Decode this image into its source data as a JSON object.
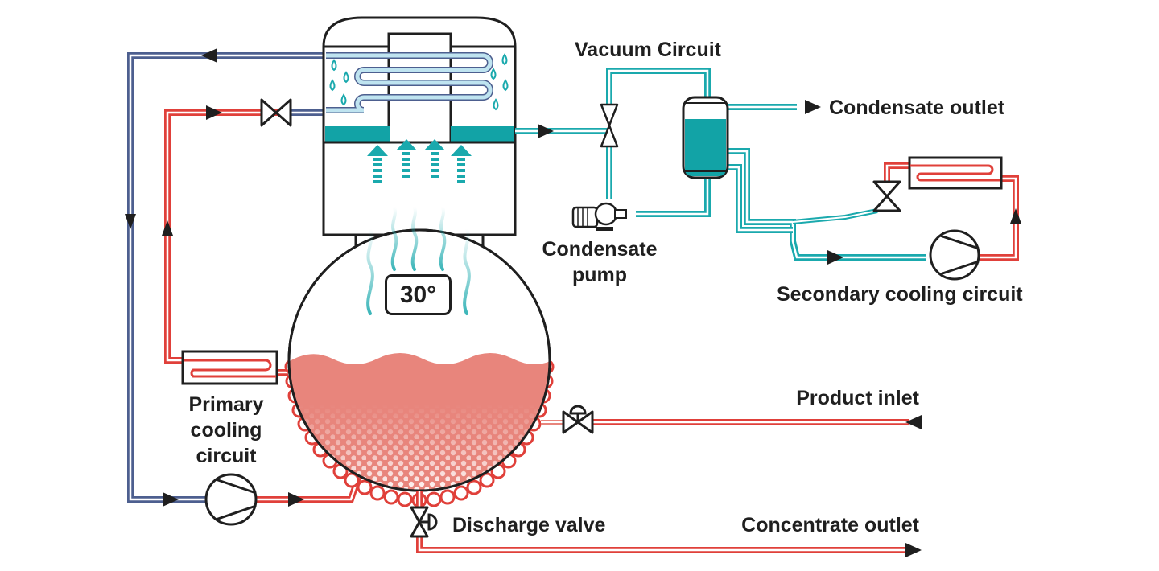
{
  "labels": {
    "vacuum_circuit": "Vacuum Circuit",
    "condensate_outlet": "Condensate outlet",
    "condensate_pump": [
      "Condensate",
      "pump"
    ],
    "secondary_cooling_circuit": "Secondary cooling circuit",
    "primary_cooling_circuit": [
      "Primary",
      "cooling",
      "circuit"
    ],
    "product_inlet": "Product inlet",
    "discharge_valve": "Discharge valve",
    "concentrate_outlet": "Concentrate outlet"
  },
  "temperature_display": "30°",
  "colors": {
    "hot_line": "#e0403a",
    "cold_line": "#4d5f8f",
    "vacuum_line": "#1aa9ad",
    "condensate": "#12a3a6",
    "product": "#e8857c",
    "outline": "#1f1f1f"
  }
}
